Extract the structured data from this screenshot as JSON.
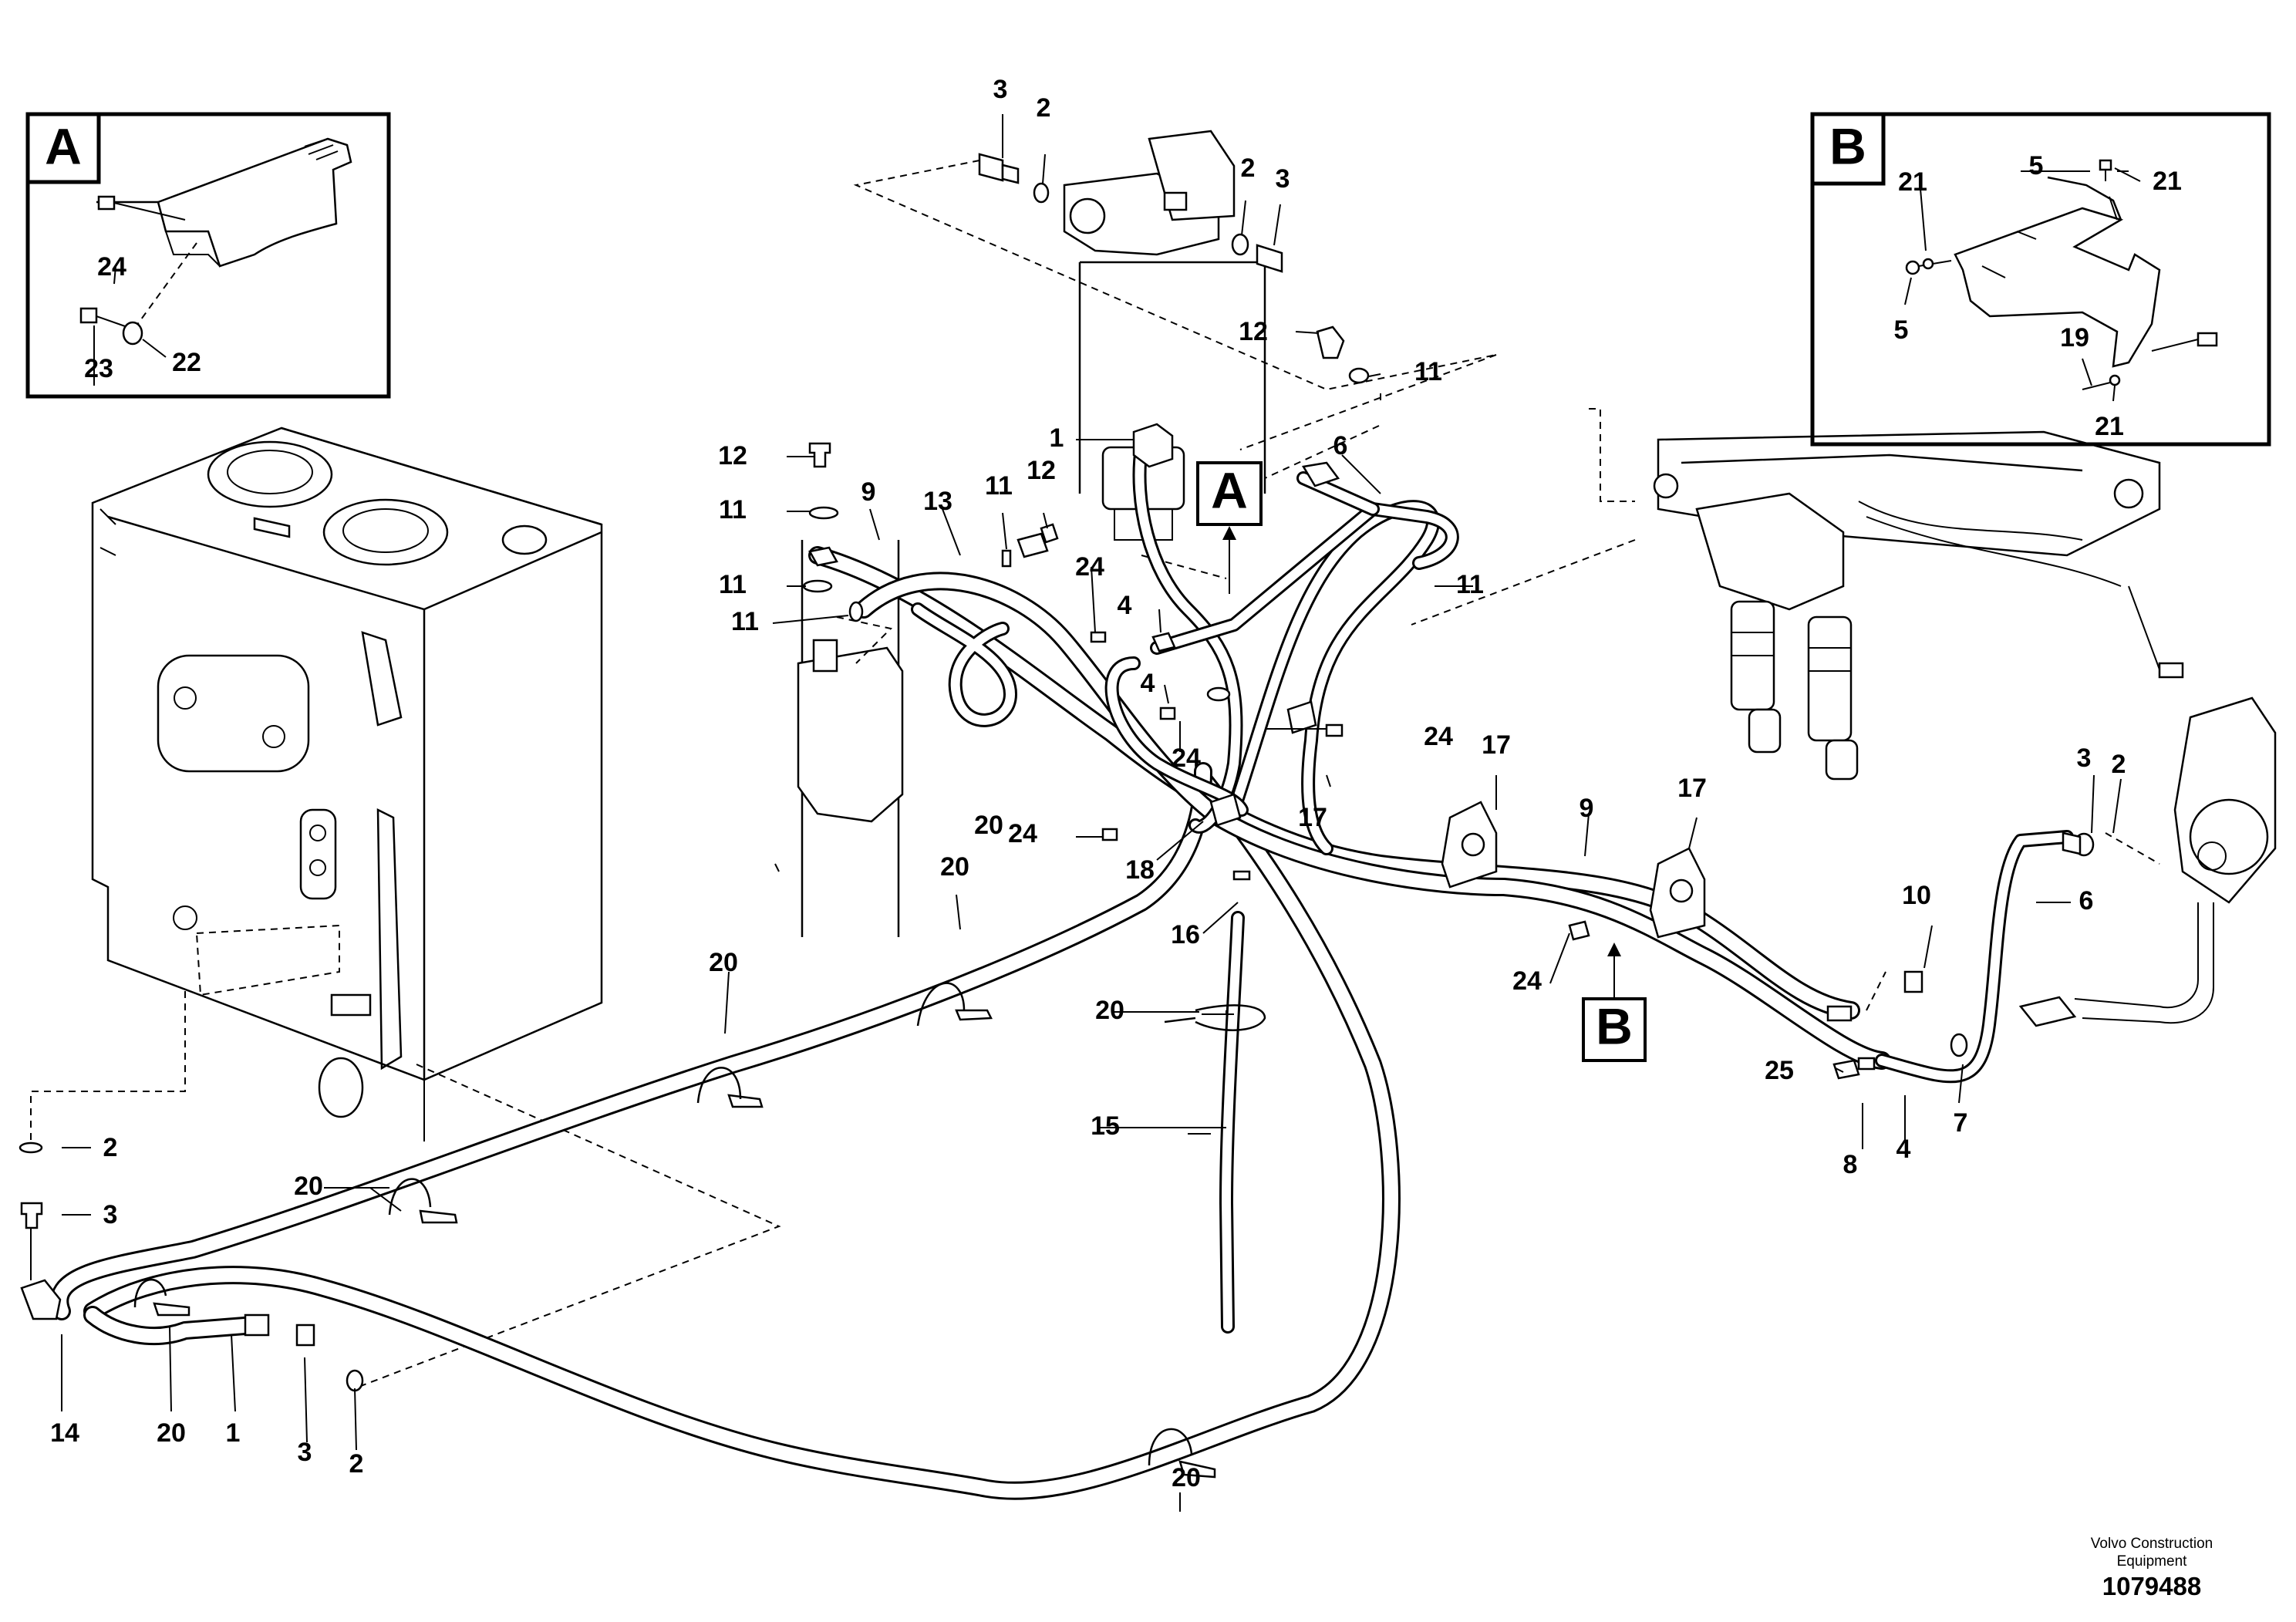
{
  "detail_a": {
    "letter": "A",
    "callouts": [
      "24",
      "23",
      "22"
    ]
  },
  "detail_b": {
    "letter": "B",
    "callouts": [
      "21",
      "5",
      "21",
      "5",
      "19",
      "21"
    ]
  },
  "main_callouts": {
    "filter_top": [
      "3",
      "2",
      "2",
      "3",
      "12",
      "11",
      "1"
    ],
    "left_group": [
      "12",
      "11",
      "11",
      "11",
      "9",
      "13",
      "11",
      "12"
    ],
    "center": [
      "6",
      "11",
      "24",
      "4",
      "4",
      "24",
      "24",
      "17",
      "24",
      "18",
      "16",
      "20"
    ],
    "right": [
      "17",
      "9",
      "17",
      "3",
      "2",
      "6",
      "10",
      "24",
      "25",
      "8",
      "4",
      "7"
    ],
    "lower": [
      "20",
      "20",
      "20",
      "20",
      "2",
      "3",
      "15",
      "14",
      "20",
      "1",
      "3",
      "2",
      "20"
    ]
  },
  "markers": {
    "a": "A",
    "b": "B"
  },
  "footer": {
    "company_line1": "Volvo Construction",
    "company_line2": "Equipment",
    "document_number": "1079488"
  }
}
